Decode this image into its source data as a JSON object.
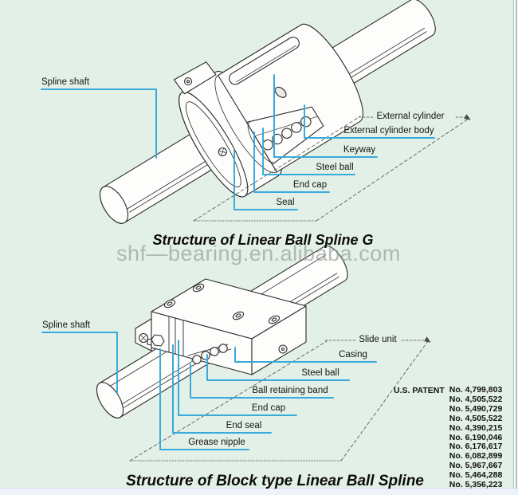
{
  "watermark": "shf—bearing.en.alibaba.com",
  "diagram_g": {
    "title": "Structure of Linear Ball Spline G",
    "labels": {
      "spline_shaft": "Spline shaft",
      "external_cylinder": "External cylinder",
      "external_cylinder_body": "External cylinder body",
      "keyway": "Keyway",
      "steel_ball": "Steel ball",
      "end_cap": "End cap",
      "seal": "Seal"
    }
  },
  "diagram_block": {
    "title": "Structure of Block type Linear Ball Spline",
    "labels": {
      "spline_shaft": "Spline shaft",
      "slide_unit": "Slide unit",
      "casing": "Casing",
      "steel_ball": "Steel ball",
      "ball_retaining_band": "Ball retaining band",
      "end_cap": "End cap",
      "end_seal": "End seal",
      "grease_nipple": "Grease nipple"
    }
  },
  "patents": {
    "label": "U.S. PATENT",
    "numbers": [
      "No. 4,799,803",
      "No. 4,505,522",
      "No. 5,490,729",
      "No. 4,505,522",
      "No. 4,390,215",
      "No. 6,190,046",
      "No. 6,176,617",
      "No. 6,082,899",
      "No. 5,967,667",
      "No. 5,464,288",
      "No. 5,356,223"
    ]
  },
  "colors": {
    "page_background": "#e3f0e7",
    "leader_line": "#38aadc",
    "drawing_line": "#2b2b2b",
    "watermark_gray": "#8d978f"
  }
}
